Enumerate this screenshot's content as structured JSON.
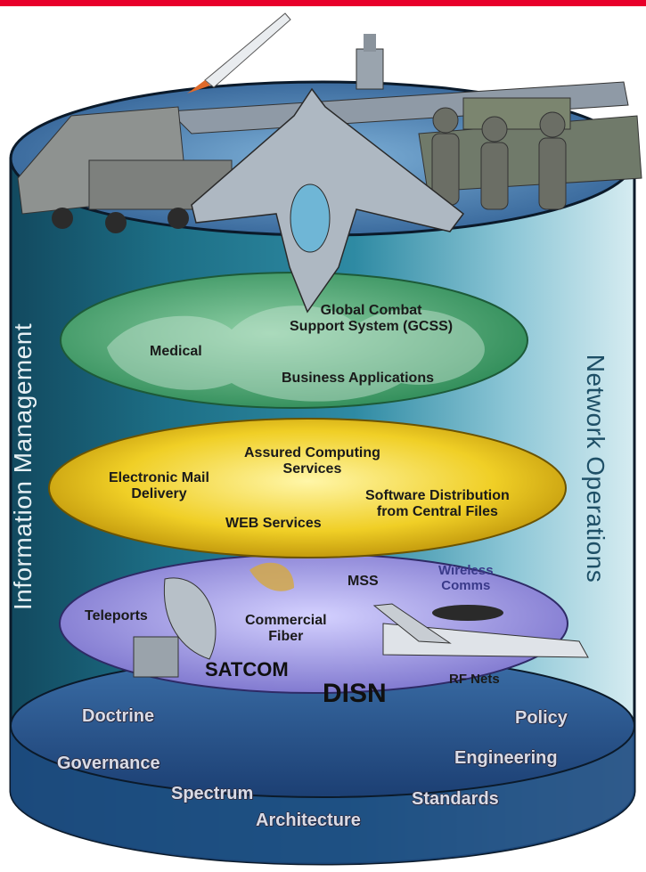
{
  "pillars": {
    "left": "Information Management",
    "right": "Network Operations"
  },
  "layers": {
    "applications": {
      "global_combat_line1": "Global Combat",
      "global_combat_line2": "Support System (GCSS)",
      "medical": "Medical",
      "business": "Business Applications"
    },
    "services": {
      "assured_line1": "Assured Computing",
      "assured_line2": "Services",
      "email_line1": "Electronic Mail",
      "email_line2": "Delivery",
      "software_line1": "Software Distribution",
      "software_line2": "from Central Files",
      "web": "WEB Services"
    },
    "transport": {
      "mss": "MSS",
      "wireless_line1": "Wireless",
      "wireless_line2": "Comms",
      "teleports": "Teleports",
      "fiber_line1": "Commercial",
      "fiber_line2": "Fiber",
      "satcom": "SATCOM",
      "disn": "DISN",
      "rfnets": "RF Nets"
    },
    "foundation": {
      "doctrine": "Doctrine",
      "policy": "Policy",
      "governance": "Governance",
      "engineering": "Engineering",
      "spectrum": "Spectrum",
      "standards": "Standards",
      "architecture": "Architecture"
    }
  },
  "colors": {
    "accent_bar": "#e8002a",
    "cylinder_body": "#1d6f86",
    "applications_layer": "#2e8b57",
    "services_layer": "#e8c21a",
    "transport_layer": "#8a83d6",
    "foundation_layer": "#2a5a96"
  }
}
